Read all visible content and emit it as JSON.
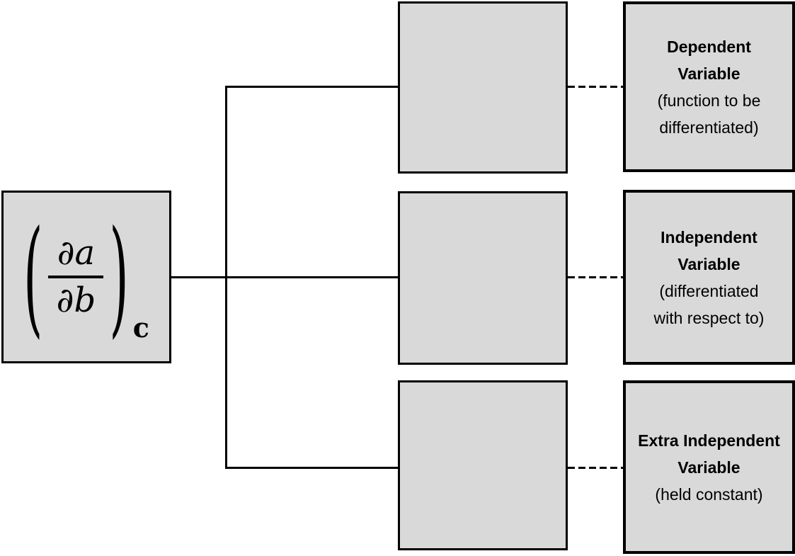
{
  "formula_box": {
    "left_paren": "(",
    "right_paren": ")",
    "numerator": "∂a",
    "denominator": "∂b",
    "subscript": "c"
  },
  "rows": [
    {
      "id": "dependent-variable",
      "bold_lines": [
        "Dependent",
        "Variable"
      ],
      "plain_lines": [
        "(function to be",
        "differentiated)"
      ]
    },
    {
      "id": "independent-variable",
      "bold_lines": [
        "Independent",
        "Variable"
      ],
      "plain_lines": [
        "(differentiated",
        "with respect to)"
      ]
    },
    {
      "id": "extra-independent-variable",
      "bold_lines": [
        "Extra Independent",
        "Variable"
      ],
      "plain_lines": [
        "(held constant)"
      ]
    }
  ],
  "colors": {
    "box_fill": "#d9d9d9",
    "box_border": "#000000",
    "connector": "#000000",
    "text": "#000000"
  }
}
